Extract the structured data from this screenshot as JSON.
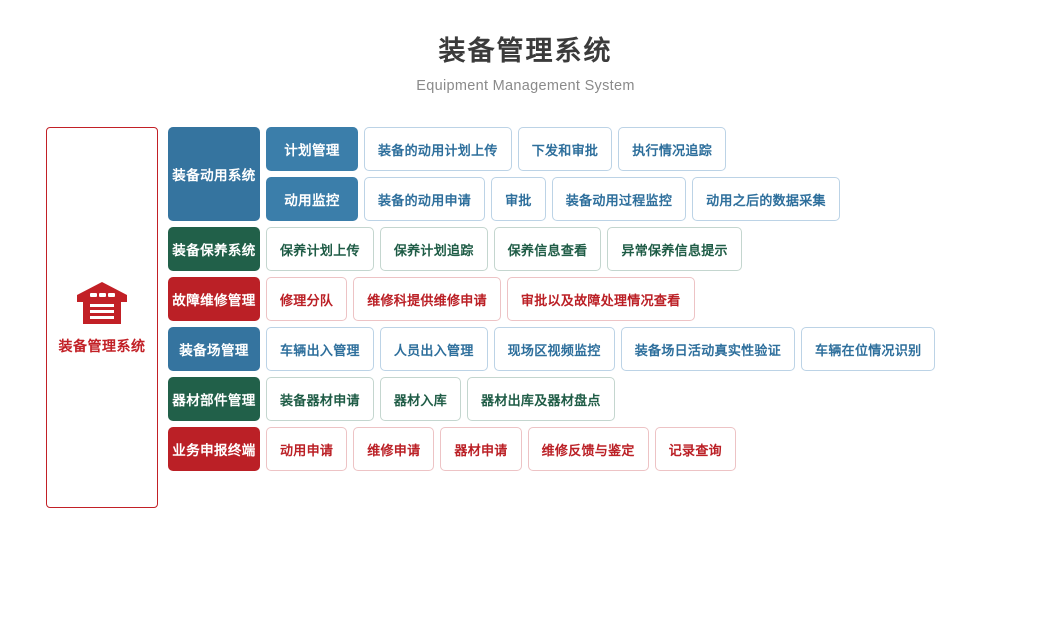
{
  "header": {
    "title": "装备管理系统",
    "subtitle": "Equipment Management System"
  },
  "left_panel": {
    "label": "装备管理系统",
    "icon": "warehouse-icon",
    "border_color": "#c22026",
    "text_color": "#c22026"
  },
  "colors": {
    "blue": "#35749f",
    "blue_light": "#3b7eaa",
    "green": "#216049",
    "red": "#bb2026",
    "cell_border_blue": "#bcd3e6",
    "cell_border_green": "#c4d6cf",
    "cell_border_red": "#edc3c5",
    "title": "#3b3b3b",
    "subtitle": "#8a8a8a"
  },
  "groups": [
    {
      "label": "装备动用系统",
      "theme": "blue",
      "rows": [
        {
          "sub_label": "计划管理",
          "cells": [
            "装备的动用计划上传",
            "下发和审批",
            "执行情况追踪"
          ]
        },
        {
          "sub_label": "动用监控",
          "cells": [
            "装备的动用申请",
            "审批",
            "装备动用过程监控",
            "动用之后的数据采集"
          ]
        }
      ]
    },
    {
      "label": "装备保养系统",
      "theme": "green",
      "rows": [
        {
          "sub_label": "",
          "cells": [
            "保养计划上传",
            "保养计划追踪",
            "保养信息查看",
            "异常保养信息提示"
          ]
        }
      ]
    },
    {
      "label": "故障维修管理",
      "theme": "red",
      "rows": [
        {
          "sub_label": "",
          "cells": [
            "修理分队",
            "维修科提供维修申请",
            "审批以及故障处理情况查看"
          ]
        }
      ]
    },
    {
      "label": "装备场管理",
      "theme": "blue",
      "rows": [
        {
          "sub_label": "",
          "cells": [
            "车辆出入管理",
            "人员出入管理",
            "现场区视频监控",
            "装备场日活动真实性验证",
            "车辆在位情况识别"
          ]
        }
      ]
    },
    {
      "label": "器材部件管理",
      "theme": "green",
      "rows": [
        {
          "sub_label": "",
          "cells": [
            "装备器材申请",
            "器材入库",
            "器材出库及器材盘点"
          ]
        }
      ]
    },
    {
      "label": "业务申报终端",
      "theme": "red",
      "rows": [
        {
          "sub_label": "",
          "cells": [
            "动用申请",
            "维修申请",
            "器材申请",
            "维修反馈与鉴定",
            "记录查询"
          ]
        }
      ]
    }
  ]
}
